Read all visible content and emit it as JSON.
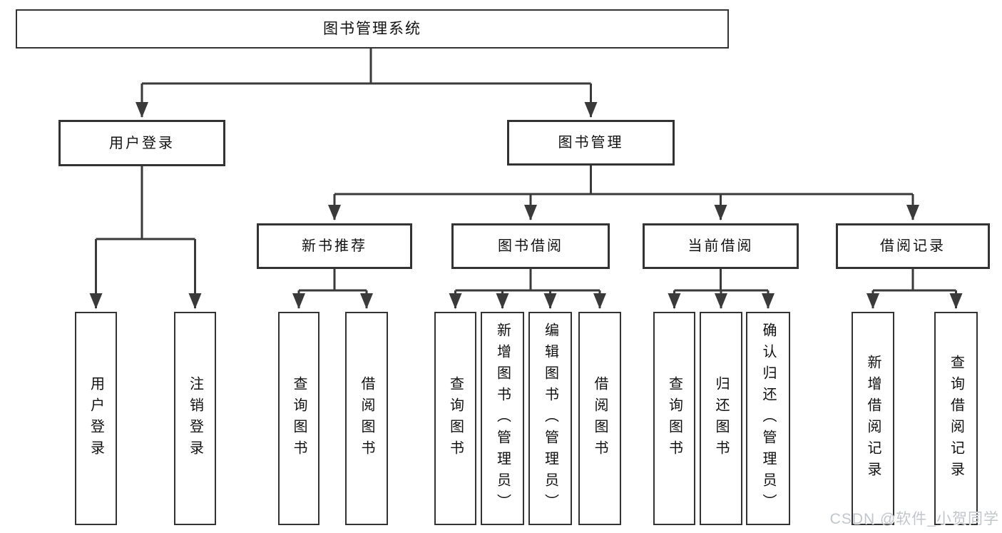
{
  "tree": {
    "label": "图书管理系统",
    "children": [
      {
        "label": "用户登录",
        "children": [
          {
            "label": "用户登录"
          },
          {
            "label": "注销登录"
          }
        ]
      },
      {
        "label": "图书管理",
        "children": [
          {
            "label": "新书推荐",
            "children": [
              {
                "label": "查询图书"
              },
              {
                "label": "借阅图书"
              }
            ]
          },
          {
            "label": "图书借阅",
            "children": [
              {
                "label": "查询图书"
              },
              {
                "label": "新增图书（管理员）"
              },
              {
                "label": "编辑图书（管理员）"
              },
              {
                "label": "借阅图书"
              }
            ]
          },
          {
            "label": "当前借阅",
            "children": [
              {
                "label": "查询图书"
              },
              {
                "label": "归还图书"
              },
              {
                "label": "确认归还（管理员）"
              }
            ]
          },
          {
            "label": "借阅记录",
            "children": [
              {
                "label": "新增借阅记录"
              },
              {
                "label": "查询借阅记录"
              }
            ]
          }
        ]
      }
    ]
  },
  "watermark": {
    "text": "CSDN @软件_小贺同学"
  },
  "colors": {
    "line": "#3a3a3a",
    "border": "#333333",
    "text": "#111111",
    "watermark": "#c2c6cc",
    "background": "#ffffff"
  }
}
